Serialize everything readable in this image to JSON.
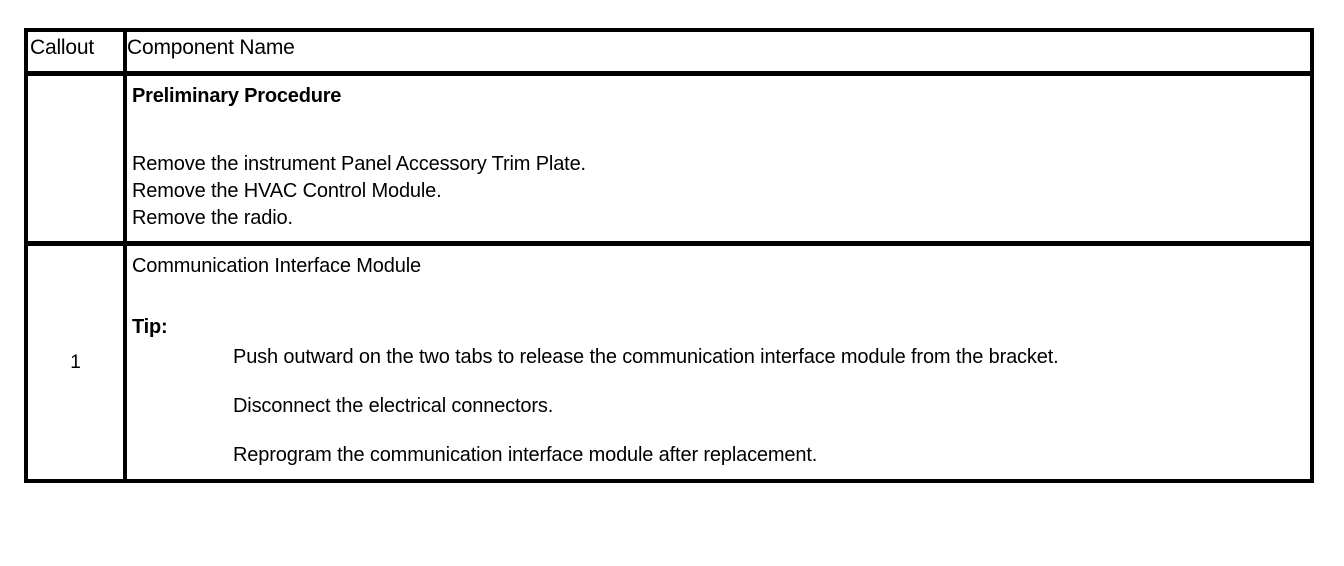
{
  "table": {
    "columns": [
      {
        "key": "callout",
        "header": "Callout"
      },
      {
        "key": "component_name",
        "header": "Component Name"
      }
    ],
    "rows": [
      {
        "type": "preliminary",
        "callout": "",
        "title": "Preliminary Procedure",
        "lines": [
          "Remove the instrument Panel Accessory Trim Plate.",
          "Remove the HVAC Control Module.",
          "Remove the radio."
        ]
      },
      {
        "type": "detail",
        "callout": "1",
        "component_name": "Communication Interface Module",
        "tip_label": "Tip:",
        "tip_items": [
          "Push outward on the two tabs to release the communication interface module from the bracket.",
          "Disconnect the electrical connectors.",
          "Reprogram the communication interface module after replacement."
        ]
      }
    ]
  },
  "style": {
    "border_color": "#000000",
    "text_color": "#000000",
    "background_color": "#ffffff"
  }
}
